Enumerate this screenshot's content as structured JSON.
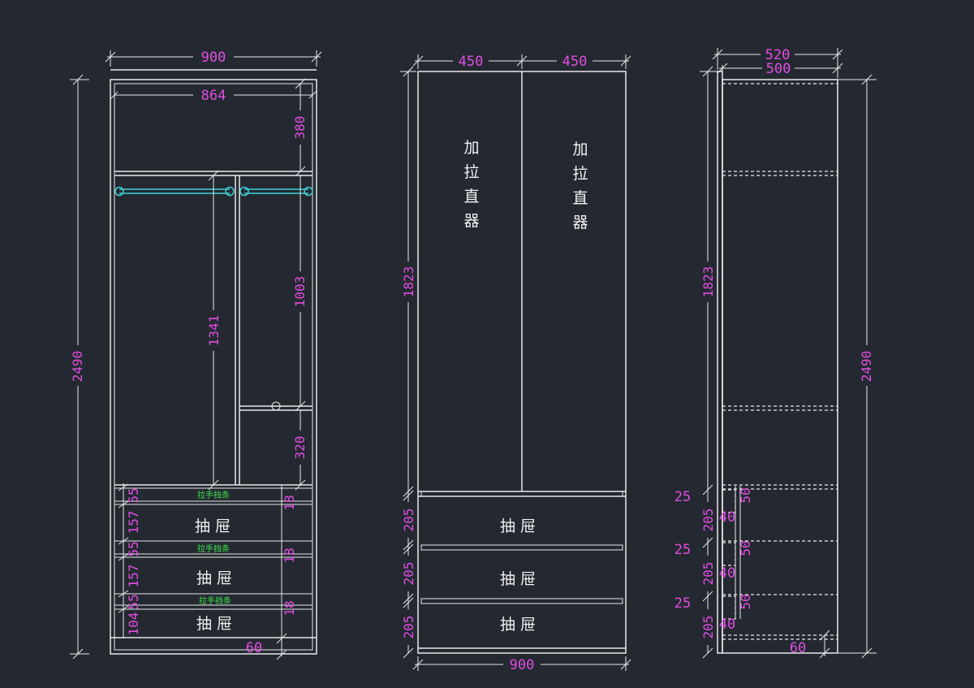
{
  "front_view": {
    "dims": {
      "total_width": "900",
      "inner_width": "864",
      "top_section": "380",
      "long_hang": "1341",
      "short_hang": "1003",
      "shelf_gap": "320",
      "total_height": "2490",
      "gap1": "18",
      "gap2": "18",
      "gap3": "18",
      "kick": "60",
      "dr1": "157",
      "dr1s": "55",
      "dr2": "157",
      "dr2s": "55",
      "dr3": "104",
      "dr3s": "55"
    },
    "labels": {
      "drawer": "抽 屉",
      "handle_strip": "拉手挡条"
    }
  },
  "door_view": {
    "dims": {
      "door_left": "450",
      "door_right": "450",
      "door_height": "1823",
      "drawer1": "205",
      "drawer2": "205",
      "drawer3": "205",
      "bottom_width": "900"
    },
    "labels": {
      "door_note": [
        "加",
        "拉",
        "直",
        "器"
      ],
      "drawer": "抽 屉"
    }
  },
  "side_view": {
    "dims": {
      "outer_depth": "520",
      "inner_depth": "500",
      "height_upper": "1823",
      "total_height": "2490",
      "gap": "25",
      "drawer": "205",
      "sub40": "40",
      "sub50": "50",
      "kick": "60"
    }
  }
}
